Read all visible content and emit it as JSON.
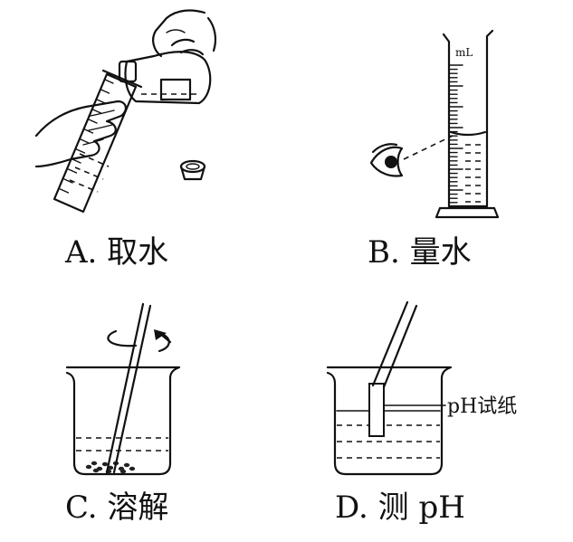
{
  "captions": {
    "a": "A. 取水",
    "b": "B. 量水",
    "c": "C. 溶解",
    "d": "D. 测 pH"
  },
  "cylinder_unit": "mL",
  "ph_paper_label": "pH试纸"
}
